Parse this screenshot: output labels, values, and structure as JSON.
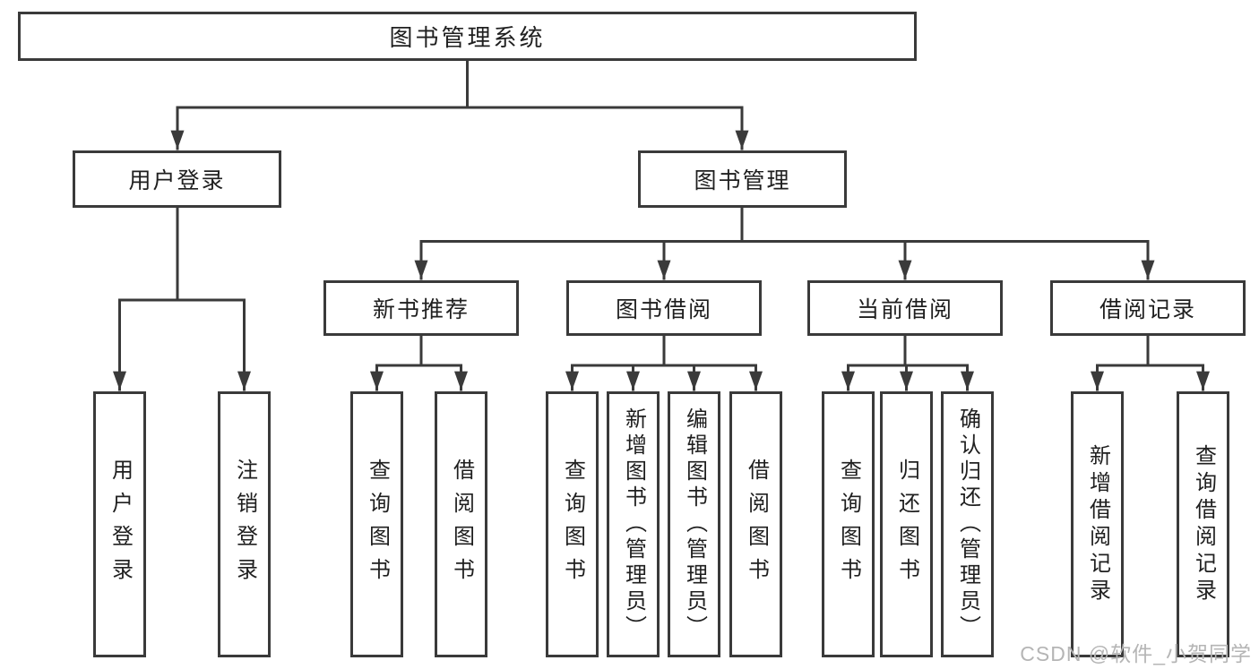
{
  "tree": {
    "root": {
      "label": "图书管理系统"
    },
    "branches": [
      {
        "label": "用户登录",
        "children": [
          {
            "label": "用户登录"
          },
          {
            "label": "注销登录"
          }
        ]
      },
      {
        "label": "图书管理",
        "groups": [
          {
            "label": "新书推荐",
            "children": [
              {
                "label": "查询图书"
              },
              {
                "label": "借阅图书"
              }
            ]
          },
          {
            "label": "图书借阅",
            "children": [
              {
                "label": "查询图书"
              },
              {
                "label": "新增图书（管理员）"
              },
              {
                "label": "编辑图书（管理员）"
              },
              {
                "label": "借阅图书"
              }
            ]
          },
          {
            "label": "当前借阅",
            "children": [
              {
                "label": "查询图书"
              },
              {
                "label": "归还图书"
              },
              {
                "label": "确认归还（管理员）"
              }
            ]
          },
          {
            "label": "借阅记录",
            "children": [
              {
                "label": "新增借阅记录"
              },
              {
                "label": "查询借阅记录"
              }
            ]
          }
        ]
      }
    ]
  },
  "watermark": {
    "text": "CSDN @软件_小贺同学"
  },
  "colors": {
    "line": "#3a3a3a",
    "text": "#1f1f1f",
    "watermark": "#b5b5b5",
    "background": "#ffffff"
  }
}
